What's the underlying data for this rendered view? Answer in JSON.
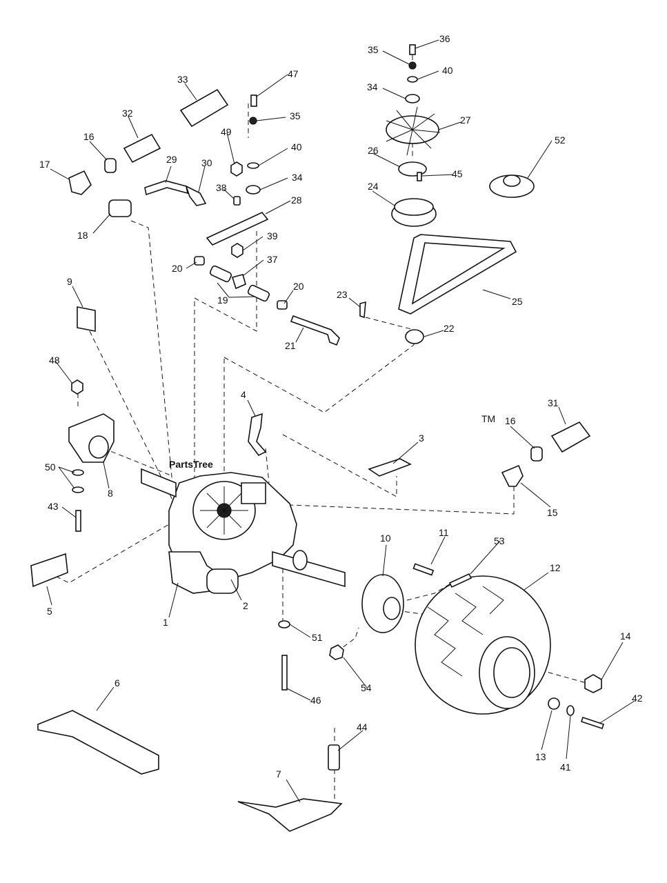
{
  "watermark": {
    "text": "PartsTree",
    "trademark": "TM"
  },
  "callouts": [
    "1",
    "2",
    "3",
    "4",
    "5",
    "6",
    "7",
    "8",
    "9",
    "10",
    "11",
    "12",
    "13",
    "14",
    "15",
    "16",
    "16",
    "17",
    "18",
    "19",
    "20",
    "20",
    "21",
    "22",
    "23",
    "24",
    "25",
    "26",
    "27",
    "28",
    "29",
    "30",
    "31",
    "32",
    "33",
    "34",
    "34",
    "35",
    "35",
    "36",
    "37",
    "38",
    "39",
    "40",
    "40",
    "41",
    "42",
    "43",
    "44",
    "45",
    "46",
    "47",
    "48",
    "49",
    "50",
    "51",
    "52",
    "53",
    "54"
  ]
}
